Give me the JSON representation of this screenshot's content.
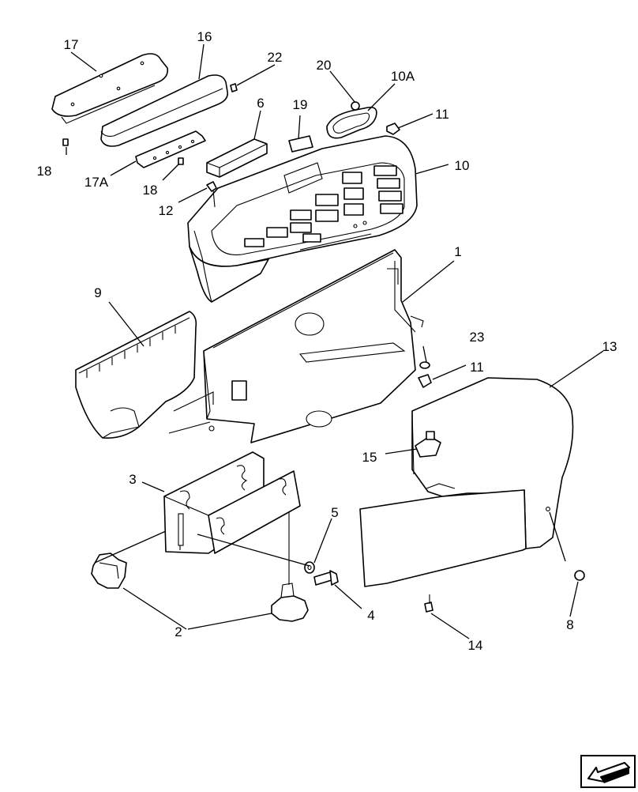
{
  "callouts": [
    {
      "id": "c1",
      "label": "1"
    },
    {
      "id": "c2",
      "label": "2"
    },
    {
      "id": "c3",
      "label": "3"
    },
    {
      "id": "c4",
      "label": "4"
    },
    {
      "id": "c5",
      "label": "5"
    },
    {
      "id": "c6",
      "label": "6"
    },
    {
      "id": "c8",
      "label": "8"
    },
    {
      "id": "c9",
      "label": "9"
    },
    {
      "id": "c10",
      "label": "10"
    },
    {
      "id": "c10A",
      "label": "10A"
    },
    {
      "id": "c11a",
      "label": "11"
    },
    {
      "id": "c11b",
      "label": "11"
    },
    {
      "id": "c12",
      "label": "12"
    },
    {
      "id": "c13",
      "label": "13"
    },
    {
      "id": "c14",
      "label": "14"
    },
    {
      "id": "c15",
      "label": "15"
    },
    {
      "id": "c16",
      "label": "16"
    },
    {
      "id": "c17",
      "label": "17"
    },
    {
      "id": "c17A",
      "label": "17A"
    },
    {
      "id": "c18a",
      "label": "18"
    },
    {
      "id": "c18b",
      "label": "18"
    },
    {
      "id": "c19",
      "label": "19"
    },
    {
      "id": "c20",
      "label": "20"
    },
    {
      "id": "c22",
      "label": "22"
    },
    {
      "id": "c23",
      "label": "23"
    }
  ],
  "nav": {
    "icon": "arrow-back-icon"
  }
}
